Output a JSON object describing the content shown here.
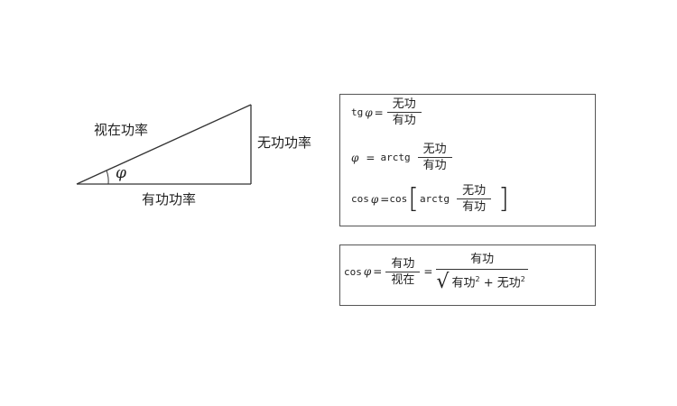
{
  "triangle": {
    "hypotenuse_label": "视在功率",
    "vertical_label": "无功功率",
    "base_label": "有功功率",
    "angle_label": "φ"
  },
  "formulas_box1": {
    "tg": {
      "lhs": "tg",
      "phi": "φ",
      "eq": "=",
      "num": "无功",
      "den": "有功"
    },
    "arctg": {
      "phi": "φ",
      "eq": "=",
      "func": "arctg",
      "num": "无功",
      "den": "有功"
    },
    "cos": {
      "lhs": "cos",
      "phi": "φ",
      "eq": "=",
      "func": "cos",
      "open": "[",
      "inner": "arctg",
      "num": "无功",
      "den": "有功",
      "close": "]"
    }
  },
  "formulas_box2": {
    "lhs": "cos",
    "phi": "φ",
    "eq": "=",
    "num1": "有功",
    "den1": "视在",
    "eq2": "=",
    "num2": "有功",
    "rad": "√",
    "term1": "有功",
    "exp1": "2",
    "plus": "+",
    "term2": "无功",
    "exp2": "2"
  }
}
